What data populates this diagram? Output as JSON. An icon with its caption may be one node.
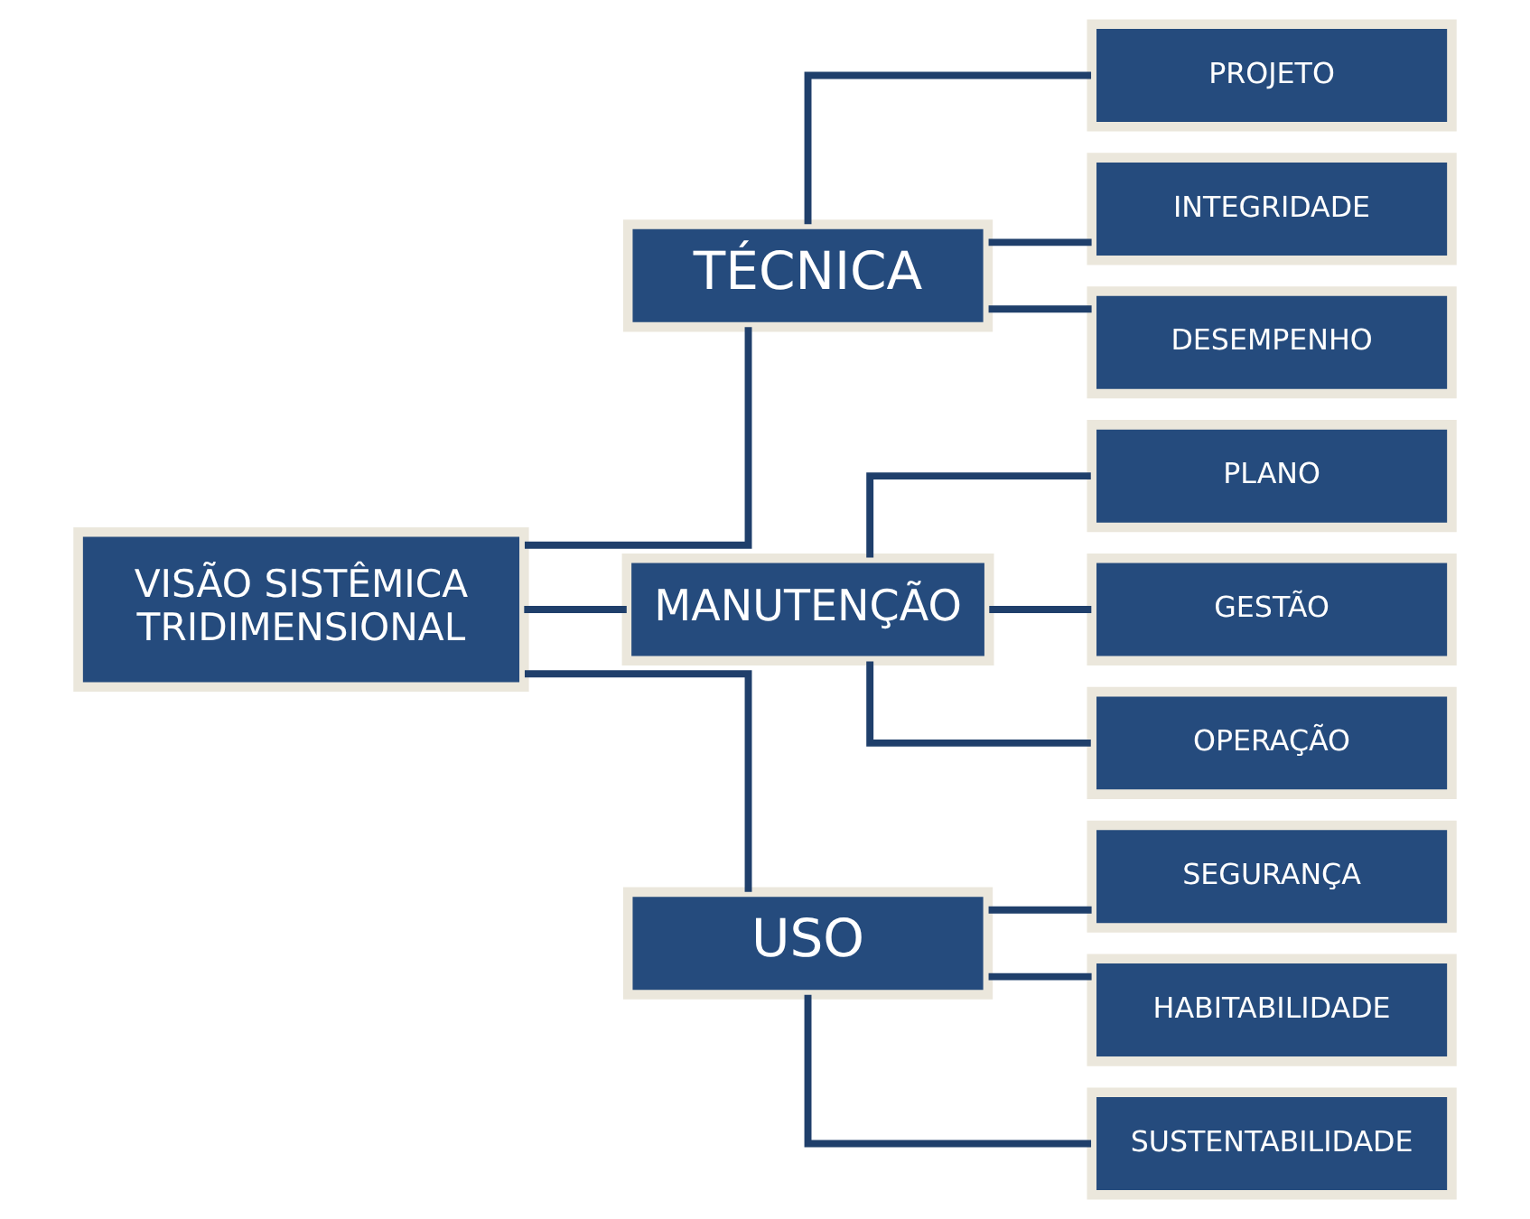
{
  "diagram": {
    "nodes": [
      {
        "text": [
          "VISÃO SISTÊMICA TRIDIMENSIONAL"
        ]
      },
      {
        "text": [
          "TÉCNICA"
        ]
      },
      {
        "text": [
          "PROJETO"
        ]
      },
      {
        "text": [
          "INTEGRIDADE"
        ]
      },
      {
        "text": [
          "DESEMPENHO"
        ]
      },
      {
        "text": [
          "MANUTENÇÃO"
        ]
      },
      {
        "text": [
          "PLANO"
        ]
      },
      {
        "text": [
          "GESTÃO"
        ]
      },
      {
        "text": [
          "OPERAÇÃO"
        ]
      },
      {
        "text": [
          "USO"
        ]
      },
      {
        "text": [
          "SEGURANÇA"
        ]
      },
      {
        "text": [
          "HABITABILIDADE"
        ]
      },
      {
        "text": [
          "SUSTENTABILIDADE"
        ]
      }
    ],
    "edges": [
      {
        "from": 0,
        "to": 1,
        "arrow": "none"
      },
      {
        "from": 0,
        "to": 5,
        "arrow": "none"
      },
      {
        "from": 0,
        "to": 9,
        "arrow": "none"
      },
      {
        "from": 1,
        "to": 2,
        "arrow": "none"
      },
      {
        "from": 1,
        "to": 3,
        "arrow": "none"
      },
      {
        "from": 1,
        "to": 4,
        "arrow": "none"
      },
      {
        "from": 5,
        "to": 6,
        "arrow": "none"
      },
      {
        "from": 5,
        "to": 7,
        "arrow": "none"
      },
      {
        "from": 5,
        "to": 8,
        "arrow": "none"
      },
      {
        "from": 9,
        "to": 10,
        "arrow": "none"
      },
      {
        "from": 9,
        "to": 11,
        "arrow": "none"
      },
      {
        "from": 9,
        "to": 12,
        "arrow": "none"
      }
    ]
  }
}
